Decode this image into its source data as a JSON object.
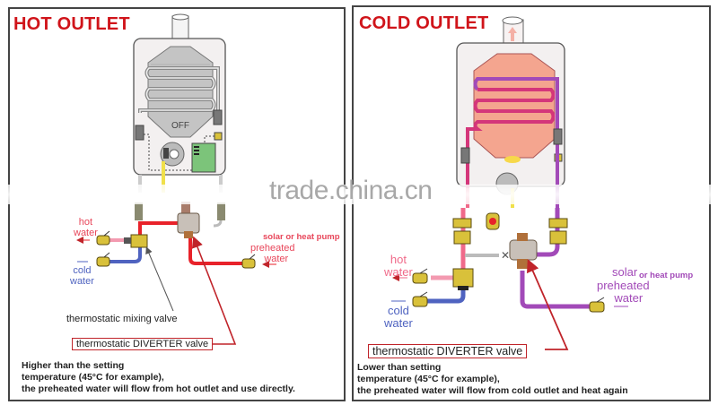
{
  "watermark": "trade.china.cn",
  "hot_panel": {
    "title": "HOT OUTLET",
    "heater_status": "OFF",
    "labels": {
      "hot_water": [
        "hot",
        "water"
      ],
      "cold_water": [
        "cold",
        "water"
      ],
      "solar_source": "solar or heat pump",
      "preheated_water": [
        "preheated",
        "water"
      ],
      "mixing_valve": "thermostatic mixing valve",
      "diverter_valve": "thermostatic DIVERTER valve"
    },
    "caption": [
      "Higher than the setting",
      "temperature (45°C for example),",
      "the preheated water will flow from hot outlet and use directly."
    ]
  },
  "cold_panel": {
    "title": "COLD OUTLET",
    "labels": {
      "hot_water": [
        "hot",
        "water"
      ],
      "cold_water": [
        "cold",
        "water"
      ],
      "solar": "solar",
      "heat_pump": "or heat pump",
      "preheated_water": [
        "preheated",
        "water"
      ],
      "diverter_valve": "thermostatic DIVERTER valve"
    },
    "caption": [
      "Lower than setting",
      "temperature (45°C for example),",
      "the preheated water will flow from cold outlet and heat again"
    ]
  },
  "colors": {
    "title_red": "#d0141a",
    "hot_pipe": "#e8222a",
    "hot_water_pink": "#f06a8a",
    "cold_pipe": "#4f63c0",
    "preheated_purple": "#a24ab8",
    "heater_body": "#f3f0f0",
    "heat_exchanger_off": "#c4c4c4",
    "heat_exchanger_on": "#f4a58f",
    "control_board": "#7cc47a",
    "valve_brass": "#d9c13a"
  }
}
